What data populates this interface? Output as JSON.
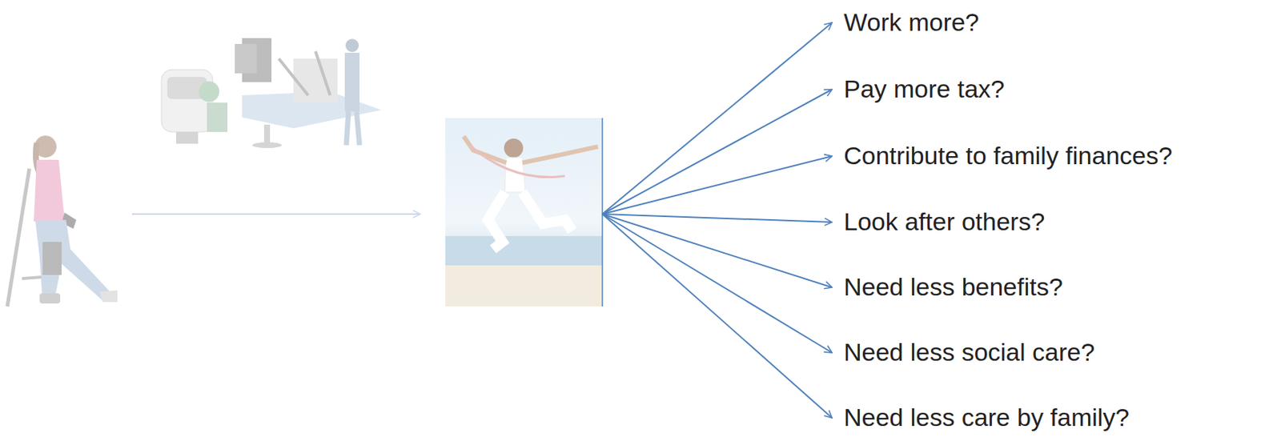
{
  "diagram": {
    "labels": [
      "Work more?",
      "Pay more tax?",
      "Contribute to family finances?",
      "Look after others?",
      "Need less benefits?",
      "Need less social care?",
      "Need less care by family?"
    ]
  }
}
